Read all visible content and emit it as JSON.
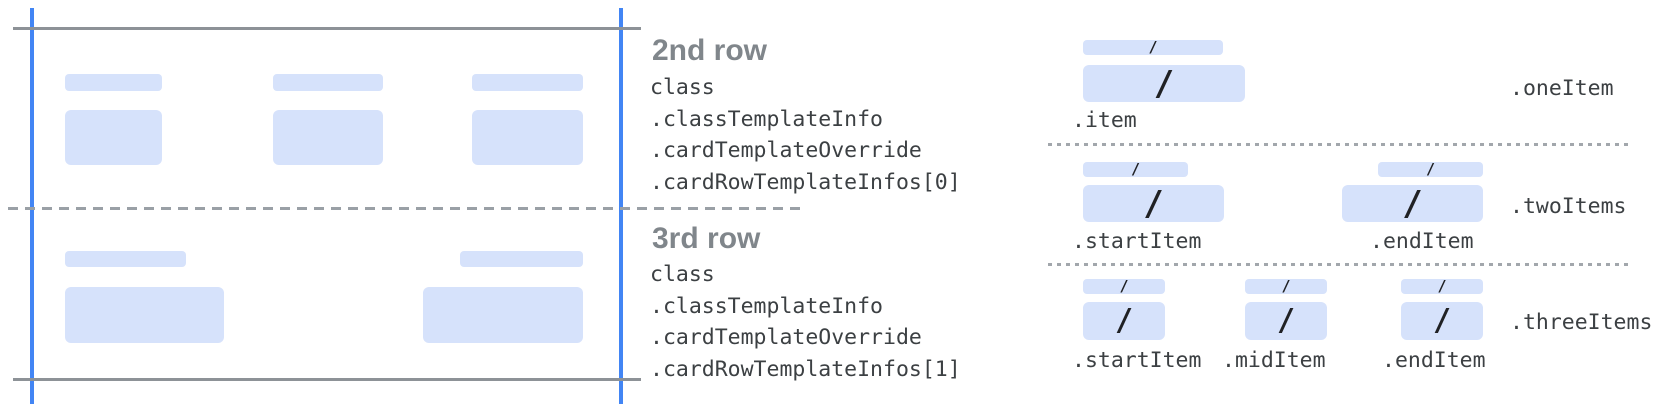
{
  "card": {
    "rows": [
      {
        "name": "2nd row",
        "field_count": 3
      },
      {
        "name": "3rd row",
        "field_count": 2
      }
    ]
  },
  "annotations": {
    "row2": {
      "title": "2nd row",
      "code_lines": [
        "class",
        ".classTemplateInfo",
        ".cardTemplateOverride",
        ".cardRowTemplateInfos[0]"
      ]
    },
    "row3": {
      "title": "3rd row",
      "code_lines": [
        "class",
        ".classTemplateInfo",
        ".cardTemplateOverride",
        ".cardRowTemplateInfos[1]"
      ]
    }
  },
  "layouts": {
    "slash": "/",
    "rows": [
      {
        "variant": ".oneItem",
        "items": [
          ".item"
        ]
      },
      {
        "variant": ".twoItems",
        "items": [
          ".startItem",
          ".endItem"
        ]
      },
      {
        "variant": ".threeItems",
        "items": [
          ".startItem",
          ".midItem",
          ".endItem"
        ]
      }
    ]
  },
  "colors": {
    "guide_blue": "#4285f4",
    "placeholder_blue": "#d6e2fb",
    "line_gray": "#8d9297",
    "dash_gray": "#9aa0a6",
    "heading_gray": "#80868b",
    "code_text": "#3c4043",
    "slash_black": "#202124"
  }
}
